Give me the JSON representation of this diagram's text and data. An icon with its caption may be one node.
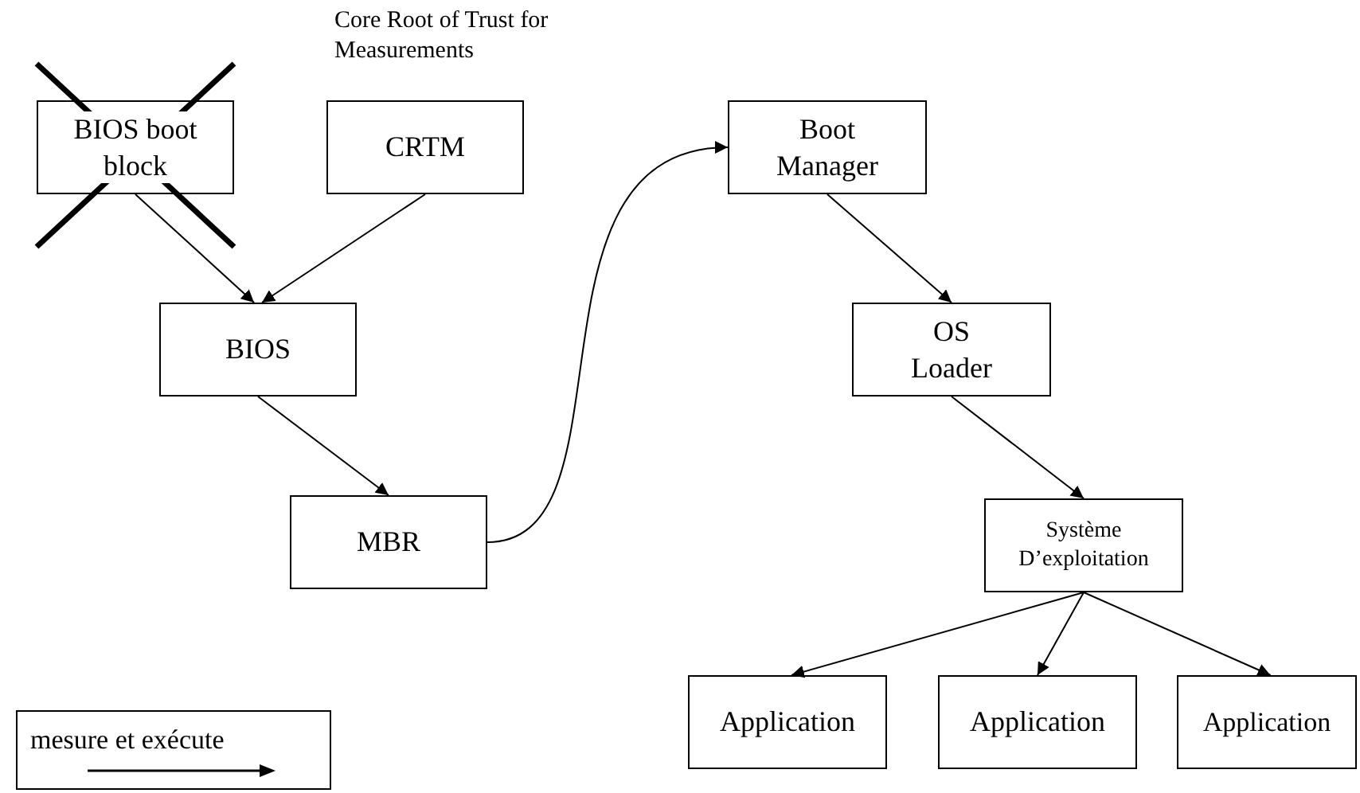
{
  "diagram": {
    "nodes": [
      {
        "text": [
          "BIOS boot block"
        ]
      },
      {
        "text": [
          "CRTM"
        ],
        "beside": [
          "Core Root of Trust for Measurements"
        ]
      },
      {
        "text": [
          "BIOS"
        ]
      },
      {
        "text": [
          "MBR"
        ]
      },
      {
        "text": [
          "Boot Manager"
        ]
      },
      {
        "text": [
          "OS Loader"
        ]
      },
      {
        "text": [
          "Système D’exploitation"
        ]
      },
      {
        "text": [
          "Application"
        ]
      },
      {
        "text": [
          "Application"
        ]
      },
      {
        "text": [
          "Application"
        ]
      }
    ],
    "edges": [
      {
        "from": 0,
        "to": 2,
        "arrow": "to"
      },
      {
        "from": 1,
        "to": 2,
        "arrow": "to"
      },
      {
        "from": 2,
        "to": 3,
        "arrow": "to"
      },
      {
        "from": 3,
        "to": 4,
        "arrow": "to"
      },
      {
        "from": 4,
        "to": 5,
        "arrow": "to"
      },
      {
        "from": 5,
        "to": 6,
        "arrow": "to"
      },
      {
        "from": 6,
        "to": 7,
        "arrow": "to"
      },
      {
        "from": 6,
        "to": 8,
        "arrow": "to"
      },
      {
        "from": 6,
        "to": 9,
        "arrow": "to"
      }
    ],
    "legend": [
      {
        "text": "mesure et exécute"
      }
    ]
  }
}
